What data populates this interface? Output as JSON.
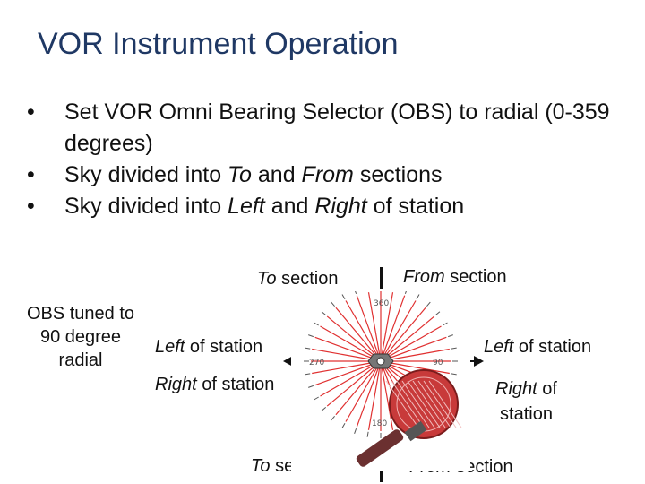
{
  "title": "VOR Instrument Operation",
  "bullets": [
    {
      "parts": [
        {
          "text": "Set VOR Omni Bearing Selector (OBS) to radial (0-359 degrees)",
          "italic": false
        }
      ]
    },
    {
      "parts": [
        {
          "text": "Sky divided into ",
          "italic": false
        },
        {
          "text": "To",
          "italic": true
        },
        {
          "text": " and ",
          "italic": false
        },
        {
          "text": "From",
          "italic": true
        },
        {
          "text": " sections",
          "italic": false
        }
      ]
    },
    {
      "parts": [
        {
          "text": "Sky divided into ",
          "italic": false
        },
        {
          "text": "Left",
          "italic": true
        },
        {
          "text": " and ",
          "italic": false
        },
        {
          "text": "Right",
          "italic": true
        },
        {
          "text": " of station",
          "italic": false
        }
      ]
    }
  ],
  "bullet_char": "•",
  "labels": {
    "to_top": {
      "em": "To",
      "rest": " section"
    },
    "from_top": {
      "em": "From",
      "rest": " section"
    },
    "obs": [
      "OBS tuned to",
      "90 degree",
      "radial"
    ],
    "left_inner": {
      "em": "Left",
      "rest": " of station"
    },
    "right_inner": {
      "em": "Right",
      "rest": " of station"
    },
    "left_outer": {
      "em": "Left",
      "rest": " of station"
    },
    "right_outer": {
      "em": "Right",
      "rest": " of",
      "line2": "station"
    },
    "to_bottom": {
      "em": "To",
      "rest": " section"
    },
    "from_bottom": {
      "em": "From",
      "rest": " section"
    }
  },
  "instrument": {
    "ticks": {
      "top": "360",
      "left": "270",
      "right": "90",
      "bottom": "180"
    },
    "ray_color": "#e03030",
    "scale_color": "#555555"
  }
}
